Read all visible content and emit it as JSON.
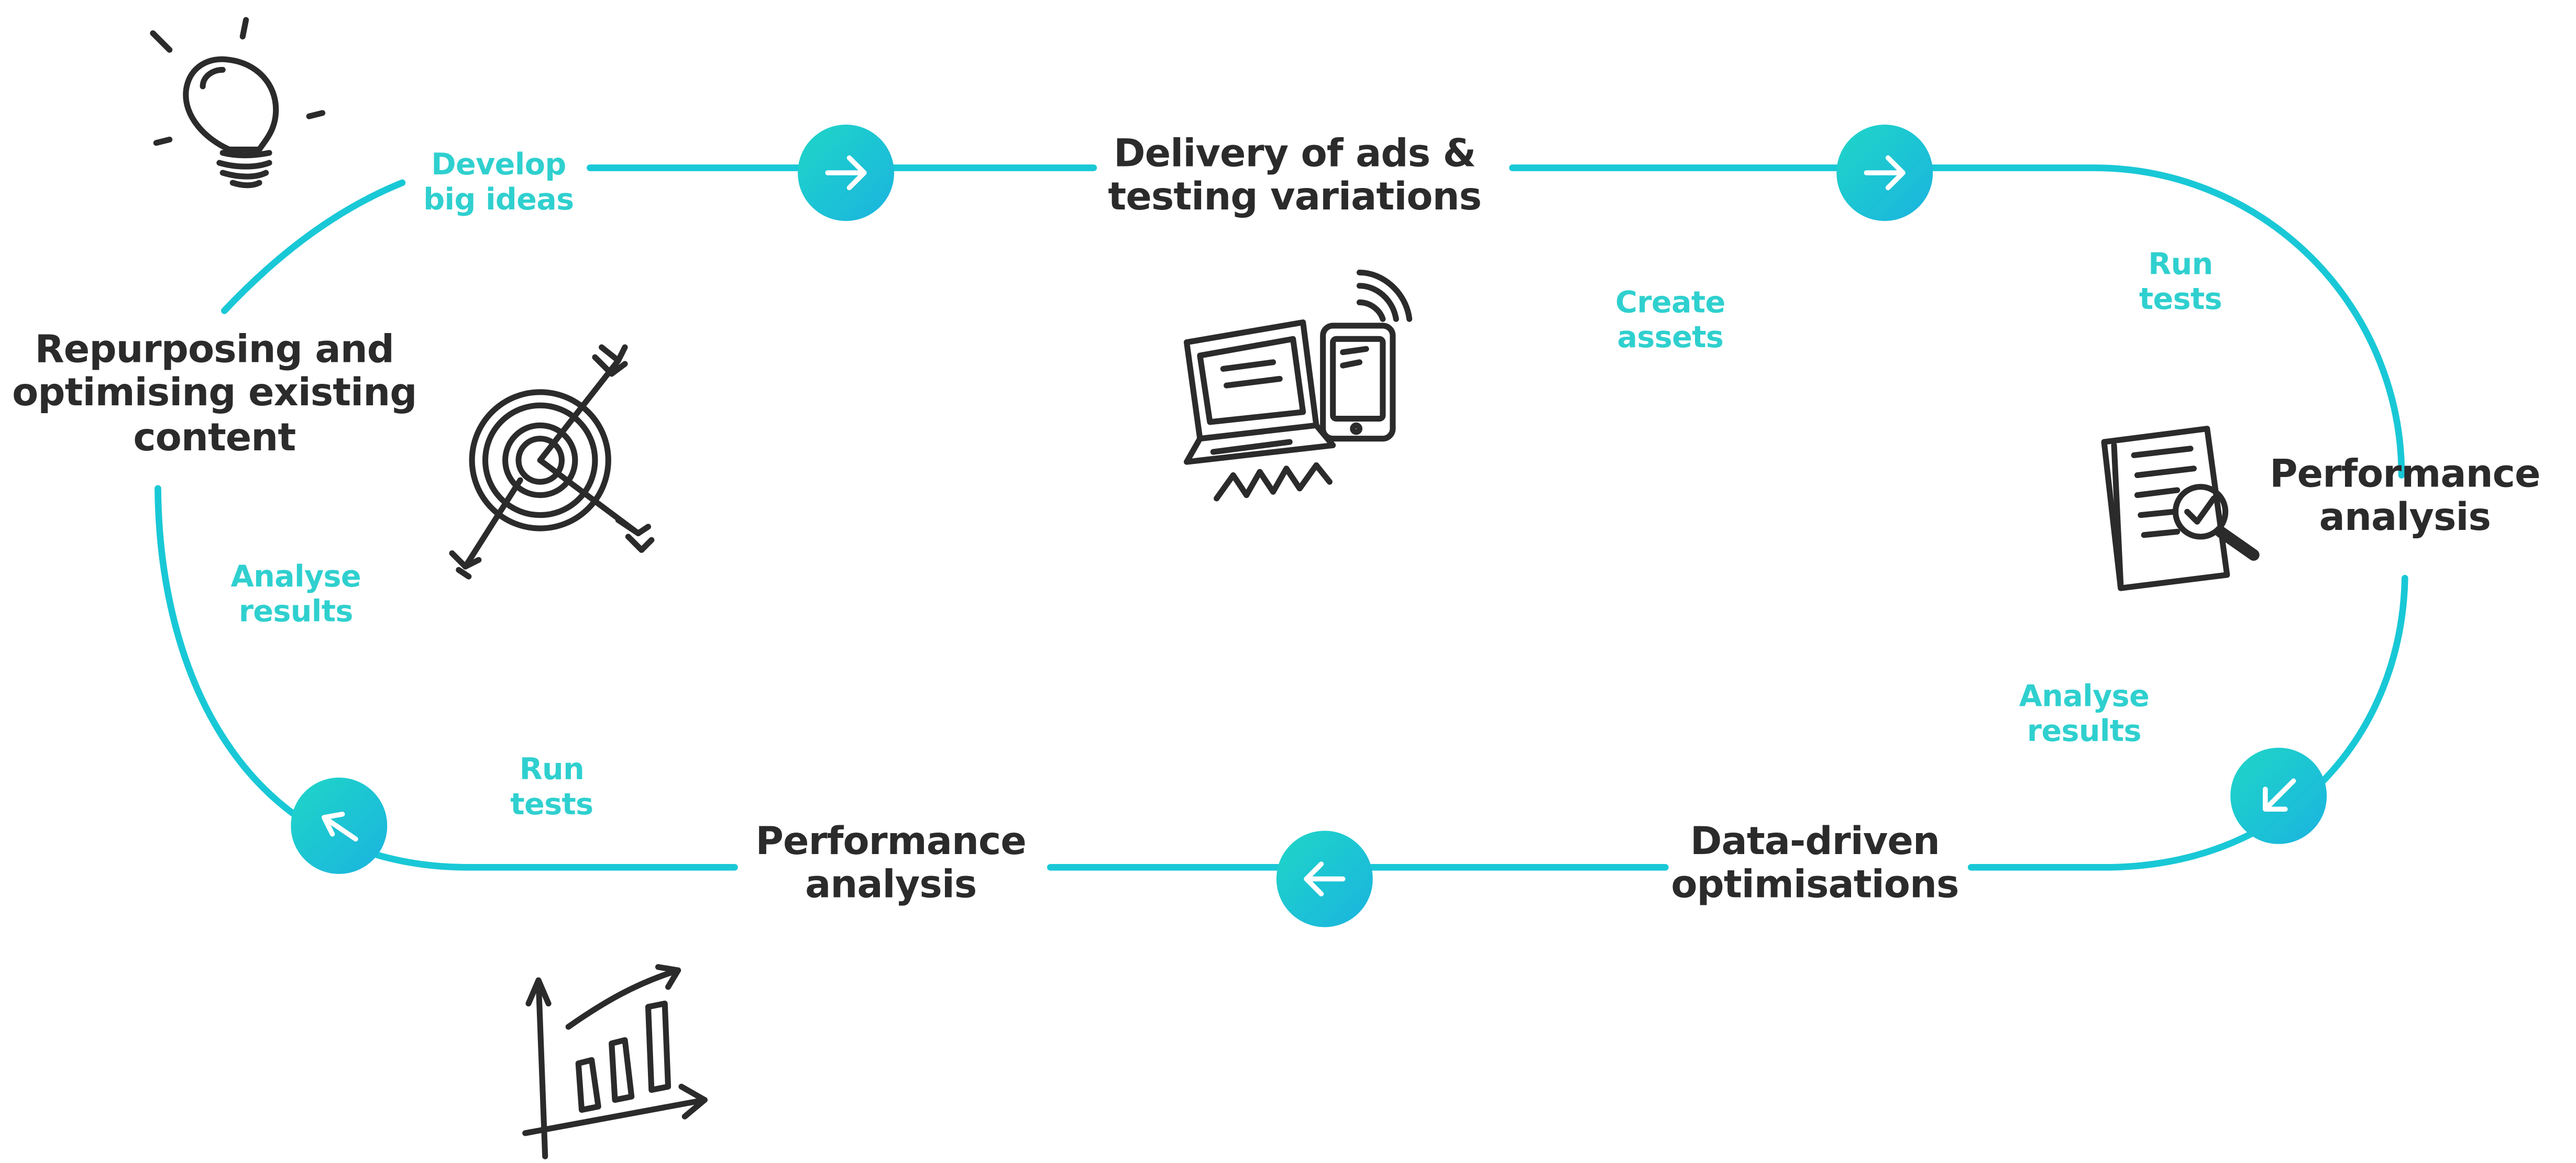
{
  "colors": {
    "line": "#19c8d6",
    "accent_teal": "#2fd0cf",
    "text_dark": "#2b2b2b",
    "button_from": "#1fd6c7",
    "button_to": "#1ab3e0"
  },
  "stages": {
    "delivery": [
      "Delivery of ads &",
      "testing variations"
    ],
    "performance_right": [
      "Performance",
      "analysis"
    ],
    "data_driven": [
      "Data-driven",
      "optimisations"
    ],
    "performance_bottom": [
      "Performance",
      "analysis"
    ],
    "repurposing": [
      "Repurposing and",
      "optimising existing",
      "content"
    ]
  },
  "steps": {
    "develop": [
      "Develop",
      "big ideas"
    ],
    "create": [
      "Create",
      "assets"
    ],
    "run_right": [
      "Run",
      "tests"
    ],
    "analyse_right": [
      "Analyse",
      "results"
    ],
    "run_left": [
      "Run",
      "tests"
    ],
    "analyse_left": [
      "Analyse",
      "results"
    ]
  },
  "icons": {
    "lightbulb": "lightbulb-icon",
    "target": "target-arrows-icon",
    "devices": "laptop-phone-icon",
    "report": "document-magnifier-icon",
    "chart": "bar-chart-growth-icon",
    "arrow_right": "arrow-right-icon",
    "arrow_left": "arrow-left-icon",
    "arrow_down_left": "arrow-down-left-icon",
    "arrow_up_left": "arrow-up-left-icon"
  }
}
